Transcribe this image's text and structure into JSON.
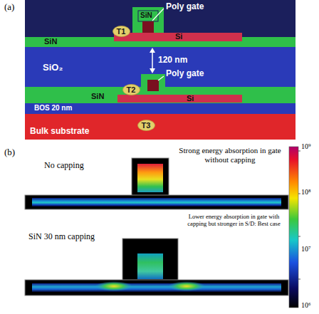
{
  "diagram": {
    "nodes": [
      {
        "text": [
          "T1"
        ]
      },
      {
        "text": [
          "T2"
        ]
      },
      {
        "text": [
          "T3"
        ]
      }
    ],
    "labels": [
      "(a)",
      "Poly gate",
      "SiN",
      "SiN",
      "Si",
      "SiO₂",
      "120 nm",
      "Poly gate",
      "SiN",
      "Si",
      "BOS 20 nm",
      "Bulk substrate",
      "(b)",
      "No capping",
      "Strong energy absorption in gate without capping",
      "SiN 30 nm capping",
      "Lower energy absorption in gate with capping but stronger in S/D: Best case",
      "10⁹",
      "10⁸",
      "10⁷",
      "10⁶"
    ]
  }
}
